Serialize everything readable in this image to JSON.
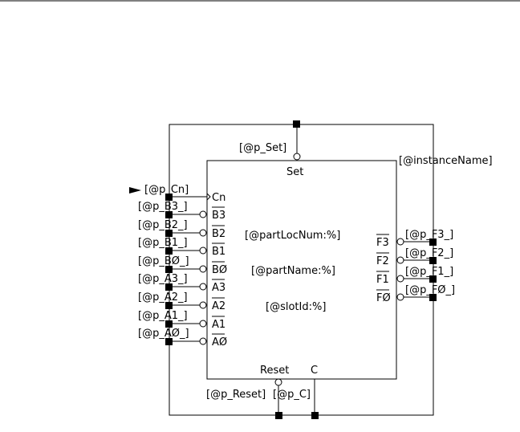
{
  "symbol": {
    "instance_name": "[@instanceName]",
    "part_loc_num": "[@partLocNum:%]",
    "part_name": "[@partName:%]",
    "slot_id": "[@slotId:%]",
    "set": {
      "pin": "Set",
      "net": "[@p_Set]"
    },
    "reset": {
      "pin": "Reset",
      "net": "[@p_Reset]"
    },
    "c": {
      "pin": "C",
      "net": "[@p_C]"
    },
    "cn": {
      "pin": "Cn",
      "net": "[@p_Cn]"
    },
    "left_pins": [
      {
        "pin": "B3",
        "net": "[@p_B3_]"
      },
      {
        "pin": "B2",
        "net": "[@p_B2_]"
      },
      {
        "pin": "B1",
        "net": "[@p_B1_]"
      },
      {
        "pin": "BØ",
        "net": "[@p_BØ_]"
      },
      {
        "pin": "A3",
        "net": "[@p_A3_]"
      },
      {
        "pin": "A2",
        "net": "[@p_A2_]"
      },
      {
        "pin": "A1",
        "net": "[@p_A1_]"
      },
      {
        "pin": "AØ",
        "net": "[@p_AØ_]"
      }
    ],
    "right_pins": [
      {
        "pin": "F3",
        "net": "[@p_F3_]"
      },
      {
        "pin": "F2",
        "net": "[@p_F2_]"
      },
      {
        "pin": "F1",
        "net": "[@p_F1_]"
      },
      {
        "pin": "FØ",
        "net": "[@p_FØ_]"
      }
    ]
  }
}
